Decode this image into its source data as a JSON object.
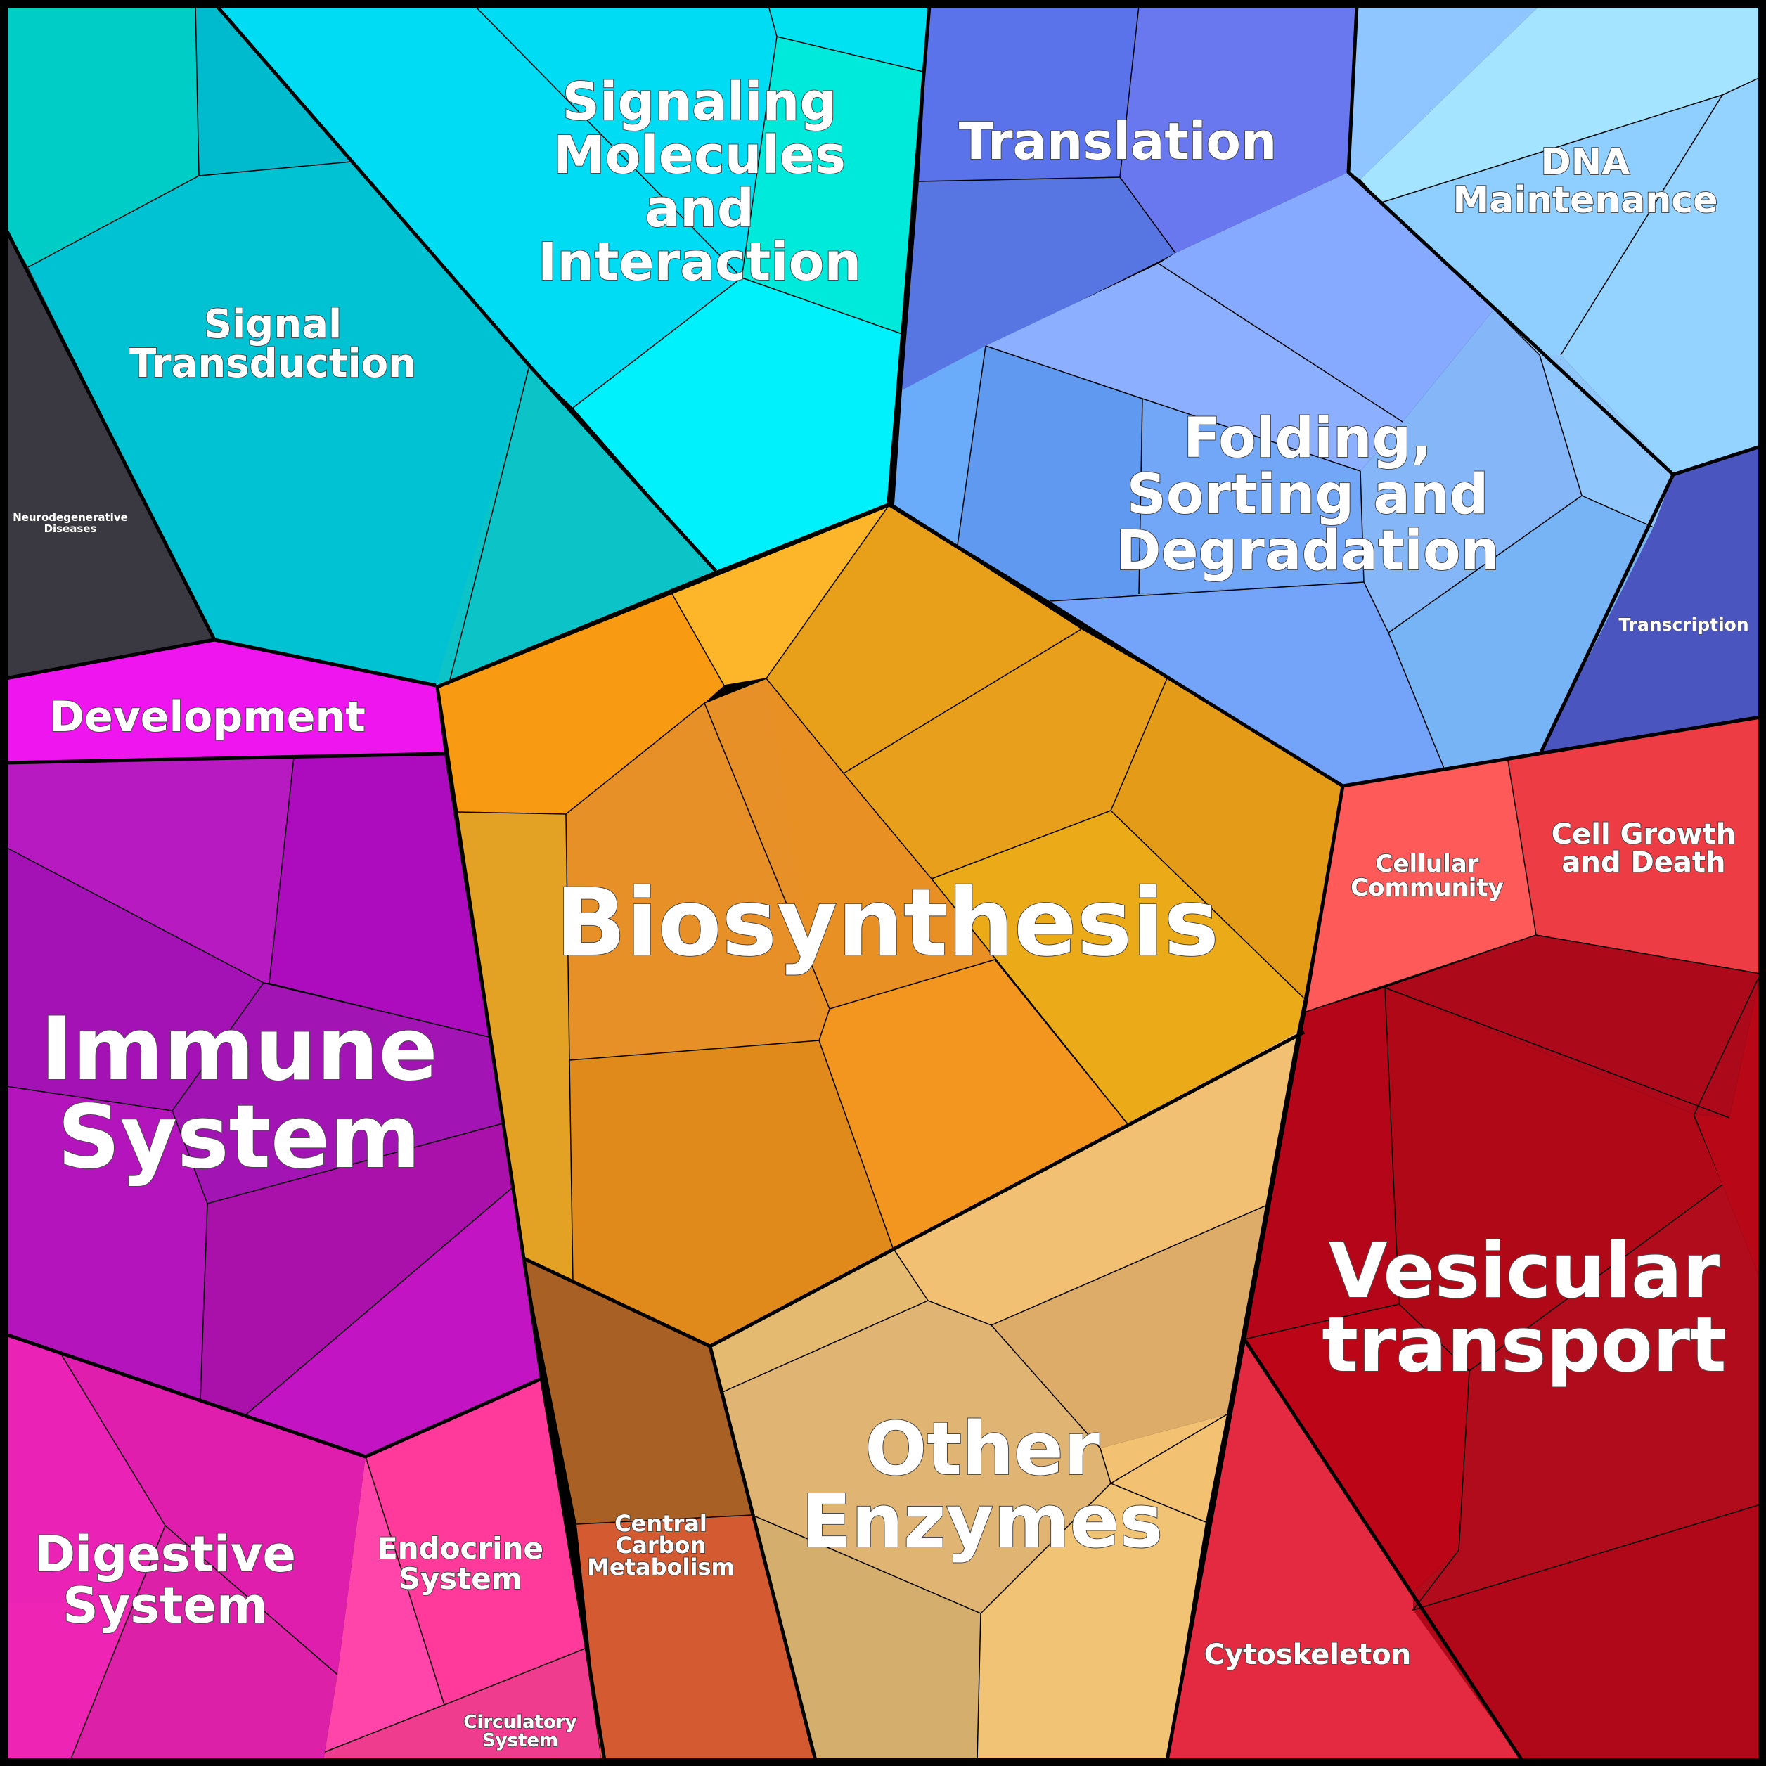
{
  "diagram": {
    "type": "voronoi-treemap",
    "regions": [
      {
        "key": "signaling_molecules",
        "label": [
          "Signaling",
          "Molecules",
          "and",
          "Interaction"
        ],
        "color": "#00d8f0"
      },
      {
        "key": "signal_transduction",
        "label": [
          "Signal",
          "Transduction"
        ],
        "color": "#00bfcc"
      },
      {
        "key": "neurodegenerative",
        "label": [
          "Neurodegenerative",
          "Diseases"
        ],
        "color": "#3a3840"
      },
      {
        "key": "development",
        "label": [
          "Development"
        ],
        "color": "#ee15ee"
      },
      {
        "key": "immune_system",
        "label": [
          "Immune",
          "System"
        ],
        "color": "#a612b8"
      },
      {
        "key": "digestive_system",
        "label": [
          "Digestive",
          "System"
        ],
        "color": "#e21fb4"
      },
      {
        "key": "endocrine_system",
        "label": [
          "Endocrine",
          "System"
        ],
        "color": "#ff3a9a"
      },
      {
        "key": "circulatory_system",
        "label": [
          "Circulatory",
          "System"
        ],
        "color": "#f03c8e"
      },
      {
        "key": "translation",
        "label": [
          "Translation"
        ],
        "color": "#5a70e8"
      },
      {
        "key": "dna_maintenance",
        "label": [
          "DNA",
          "Maintenance"
        ],
        "color": "#96d3ff"
      },
      {
        "key": "folding",
        "label": [
          "Folding,",
          "Sorting and",
          "Degradation"
        ],
        "color": "#7aaef8"
      },
      {
        "key": "transcription",
        "label": [
          "Transcription"
        ],
        "color": "#4a55c0"
      },
      {
        "key": "biosynthesis",
        "label": [
          "Biosynthesis"
        ],
        "color": "#e89a18"
      },
      {
        "key": "cellular_community",
        "label": [
          "Cellular",
          "Community"
        ],
        "color": "#ff5a5a"
      },
      {
        "key": "cell_growth",
        "label": [
          "Cell Growth",
          "and Death"
        ],
        "color": "#ee3c44"
      },
      {
        "key": "vesicular_transport",
        "label": [
          "Vesicular",
          "transport"
        ],
        "color": "#b00a18"
      },
      {
        "key": "cytoskeleton",
        "label": [
          "Cytoskeleton"
        ],
        "color": "#e42a40"
      },
      {
        "key": "central_carbon",
        "label": [
          "Central",
          "Carbon",
          "Metabolism"
        ],
        "color": "#d45a32"
      },
      {
        "key": "other_enzymes",
        "label": [
          "Other",
          "Enzymes"
        ],
        "color": "#e0b870"
      }
    ]
  }
}
